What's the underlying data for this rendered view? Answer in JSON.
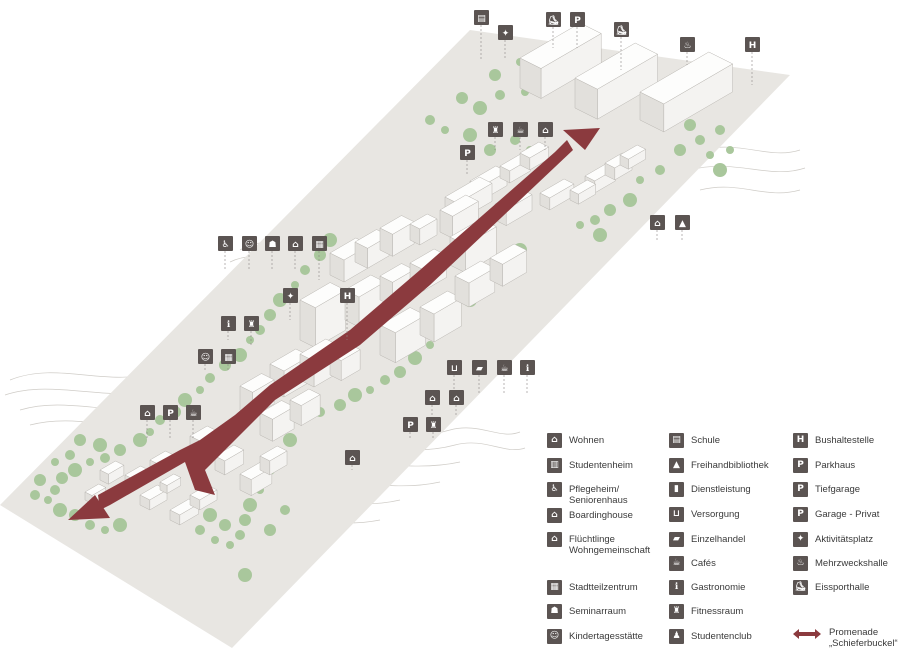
{
  "colors": {
    "site": "#e8e6e2",
    "building": "#fbfbfa",
    "building_shade": "#d9d7d3",
    "promenade": "#8b3a3e",
    "tree": "#a9c79c",
    "icon_bg": "#5b5452",
    "contour": "#c9c6c1"
  },
  "legend": {
    "col1": [
      {
        "icon": "house-icon",
        "glyph": "⌂",
        "label": "Wohnen"
      },
      {
        "icon": "student-dorm-icon",
        "glyph": "▥",
        "label": "Studentenheim"
      },
      {
        "icon": "care-home-icon",
        "glyph": "♿",
        "label": "Pflegeheim/\nSeniorenhaus"
      },
      {
        "icon": "boardinghouse-icon",
        "glyph": "⌂",
        "label": "Boardinghouse"
      },
      {
        "icon": "refugee-housing-icon",
        "glyph": "⌂",
        "label": "Flüchtlinge\nWohngemeinschaft"
      },
      {
        "icon": "district-center-icon",
        "glyph": "▦",
        "label": "Stadtteilzentrum"
      },
      {
        "icon": "seminar-room-icon",
        "glyph": "☗",
        "label": "Seminarraum"
      },
      {
        "icon": "kindergarten-icon",
        "glyph": "☺",
        "label": "Kindertagesstätte"
      }
    ],
    "col2": [
      {
        "icon": "school-icon",
        "glyph": "▤",
        "label": "Schule"
      },
      {
        "icon": "library-icon",
        "glyph": "▲",
        "label": "Freihandbibliothek"
      },
      {
        "icon": "service-icon",
        "glyph": "▮",
        "label": "Dienstleistung"
      },
      {
        "icon": "shopping-cart-icon",
        "glyph": "⊔",
        "label": "Versorgung"
      },
      {
        "icon": "shopping-bag-icon",
        "glyph": "▰",
        "label": "Einzelhandel"
      },
      {
        "icon": "coffee-cup-icon",
        "glyph": "☕",
        "label": "Cafés"
      },
      {
        "icon": "cutlery-icon",
        "glyph": "ℹ",
        "label": "Gastronomie"
      },
      {
        "icon": "fitness-icon",
        "glyph": "♜",
        "label": "Fitnessraum"
      },
      {
        "icon": "student-club-icon",
        "glyph": "♟",
        "label": "Studentenclub"
      }
    ],
    "col3": [
      {
        "icon": "bus-stop-icon",
        "glyph": "H",
        "label": "Bushaltestelle"
      },
      {
        "icon": "parking-garage-icon",
        "glyph": "P",
        "label": "Parkhaus"
      },
      {
        "icon": "underground-parking-icon",
        "glyph": "P",
        "label": "Tiefgarage"
      },
      {
        "icon": "private-garage-icon",
        "glyph": "P",
        "label": "Garage - Privat"
      },
      {
        "icon": "activity-place-icon",
        "glyph": "✦",
        "label": "Aktivitätsplatz"
      },
      {
        "icon": "multipurpose-hall-icon",
        "glyph": "♨",
        "label": "Mehrzweckshalle"
      },
      {
        "icon": "ice-rink-icon",
        "glyph": "⛸",
        "label": "Eissporthalle"
      }
    ],
    "promenade": {
      "icon": "double-arrow-icon",
      "label": "Promenade\n„Schieferbuckel“"
    }
  },
  "map_icons": [
    {
      "icon": "school-icon",
      "glyph": "▤"
    },
    {
      "icon": "activity-place-icon",
      "glyph": "✦"
    },
    {
      "icon": "ice-rink-icon",
      "glyph": "⛸"
    },
    {
      "icon": "parking-garage-icon",
      "glyph": "P"
    },
    {
      "icon": "ice-rink-icon",
      "glyph": "⛸"
    },
    {
      "icon": "multipurpose-hall-icon",
      "glyph": "♨"
    },
    {
      "icon": "bus-stop-icon",
      "glyph": "H"
    },
    {
      "icon": "fitness-icon",
      "glyph": "♜"
    },
    {
      "icon": "coffee-cup-icon",
      "glyph": "☕"
    },
    {
      "icon": "house-icon",
      "glyph": "⌂"
    },
    {
      "icon": "parking-garage-icon",
      "glyph": "P"
    },
    {
      "icon": "house-icon",
      "glyph": "⌂"
    },
    {
      "icon": "library-icon",
      "glyph": "▲"
    },
    {
      "icon": "care-home-icon",
      "glyph": "♿"
    },
    {
      "icon": "kindergarten-icon",
      "glyph": "☺"
    },
    {
      "icon": "seminar-room-icon",
      "glyph": "☗"
    },
    {
      "icon": "boardinghouse-icon",
      "glyph": "⌂"
    },
    {
      "icon": "district-center-icon",
      "glyph": "▦"
    },
    {
      "icon": "activity-place-icon",
      "glyph": "✦"
    },
    {
      "icon": "bus-stop-icon",
      "glyph": "H"
    },
    {
      "icon": "cutlery-icon",
      "glyph": "ℹ"
    },
    {
      "icon": "fitness-icon",
      "glyph": "♜"
    },
    {
      "icon": "kindergarten-icon",
      "glyph": "☺"
    },
    {
      "icon": "district-center-icon",
      "glyph": "▦"
    },
    {
      "icon": "shopping-cart-icon",
      "glyph": "⊔"
    },
    {
      "icon": "shopping-bag-icon",
      "glyph": "▰"
    },
    {
      "icon": "coffee-cup-icon",
      "glyph": "☕"
    },
    {
      "icon": "cutlery-icon",
      "glyph": "ℹ"
    },
    {
      "icon": "refugee-housing-icon",
      "glyph": "⌂"
    },
    {
      "icon": "house-icon",
      "glyph": "⌂"
    },
    {
      "icon": "house-icon",
      "glyph": "⌂"
    },
    {
      "icon": "private-garage-icon",
      "glyph": "P"
    },
    {
      "icon": "coffee-cup-icon",
      "glyph": "☕"
    },
    {
      "icon": "parking-garage-icon",
      "glyph": "P"
    },
    {
      "icon": "fitness-icon",
      "glyph": "♜"
    },
    {
      "icon": "refugee-housing-icon",
      "glyph": "⌂"
    }
  ]
}
